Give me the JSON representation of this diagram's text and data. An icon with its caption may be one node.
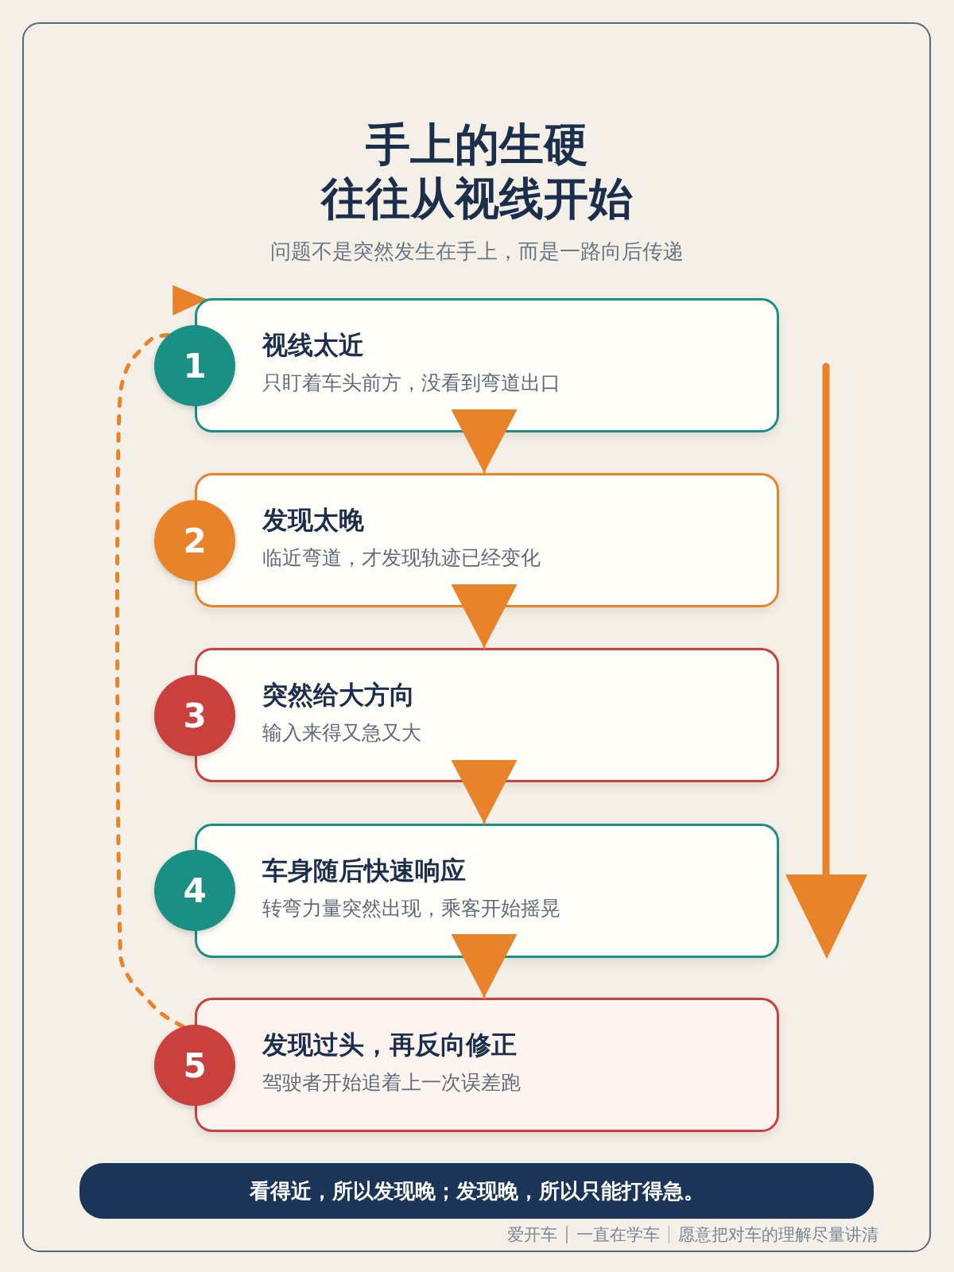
{
  "diagram": {
    "title": "手上的生硬往往从视线开始",
    "nodes": [
      {
        "text": [
          "1"
        ]
      },
      {
        "text": [
          "视线太近",
          "只盯着车头前方，没看到弯道出口"
        ]
      },
      {
        "text": [
          "2"
        ]
      },
      {
        "text": [
          "发现太晚",
          "临近弯道，才发现轨迹已经变化"
        ]
      },
      {
        "text": [
          "3"
        ]
      },
      {
        "text": [
          "突然给大方向",
          "输入来得又急又大"
        ]
      },
      {
        "text": [
          "4"
        ]
      },
      {
        "text": [
          "车身随后快速响应",
          "转弯力量突然出现，乘客开始摇晃"
        ]
      },
      {
        "text": [
          "5"
        ]
      },
      {
        "text": [
          "发现过头，再反向修正",
          "驾驶者开始追着上一次误差跑"
        ]
      },
      {
        "text": [
          "看得近，所以发现晚；发现晚，所以只能打得急。"
        ]
      }
    ],
    "edges": [
      {
        "from": 1,
        "to": 3,
        "arrow": "to"
      },
      {
        "from": 3,
        "to": 5,
        "arrow": "to"
      },
      {
        "from": 5,
        "to": 7,
        "arrow": "to"
      },
      {
        "from": 7,
        "to": 9,
        "arrow": "to"
      },
      {
        "from": 8,
        "to": 0,
        "arrow": "to",
        "style": "dashed"
      }
    ],
    "labels": [
      "问题不是突然发生在手上，而是一路向后传递",
      "爱开车",
      "一直在学车",
      "愿意把对车的理解尽量讲清"
    ]
  }
}
